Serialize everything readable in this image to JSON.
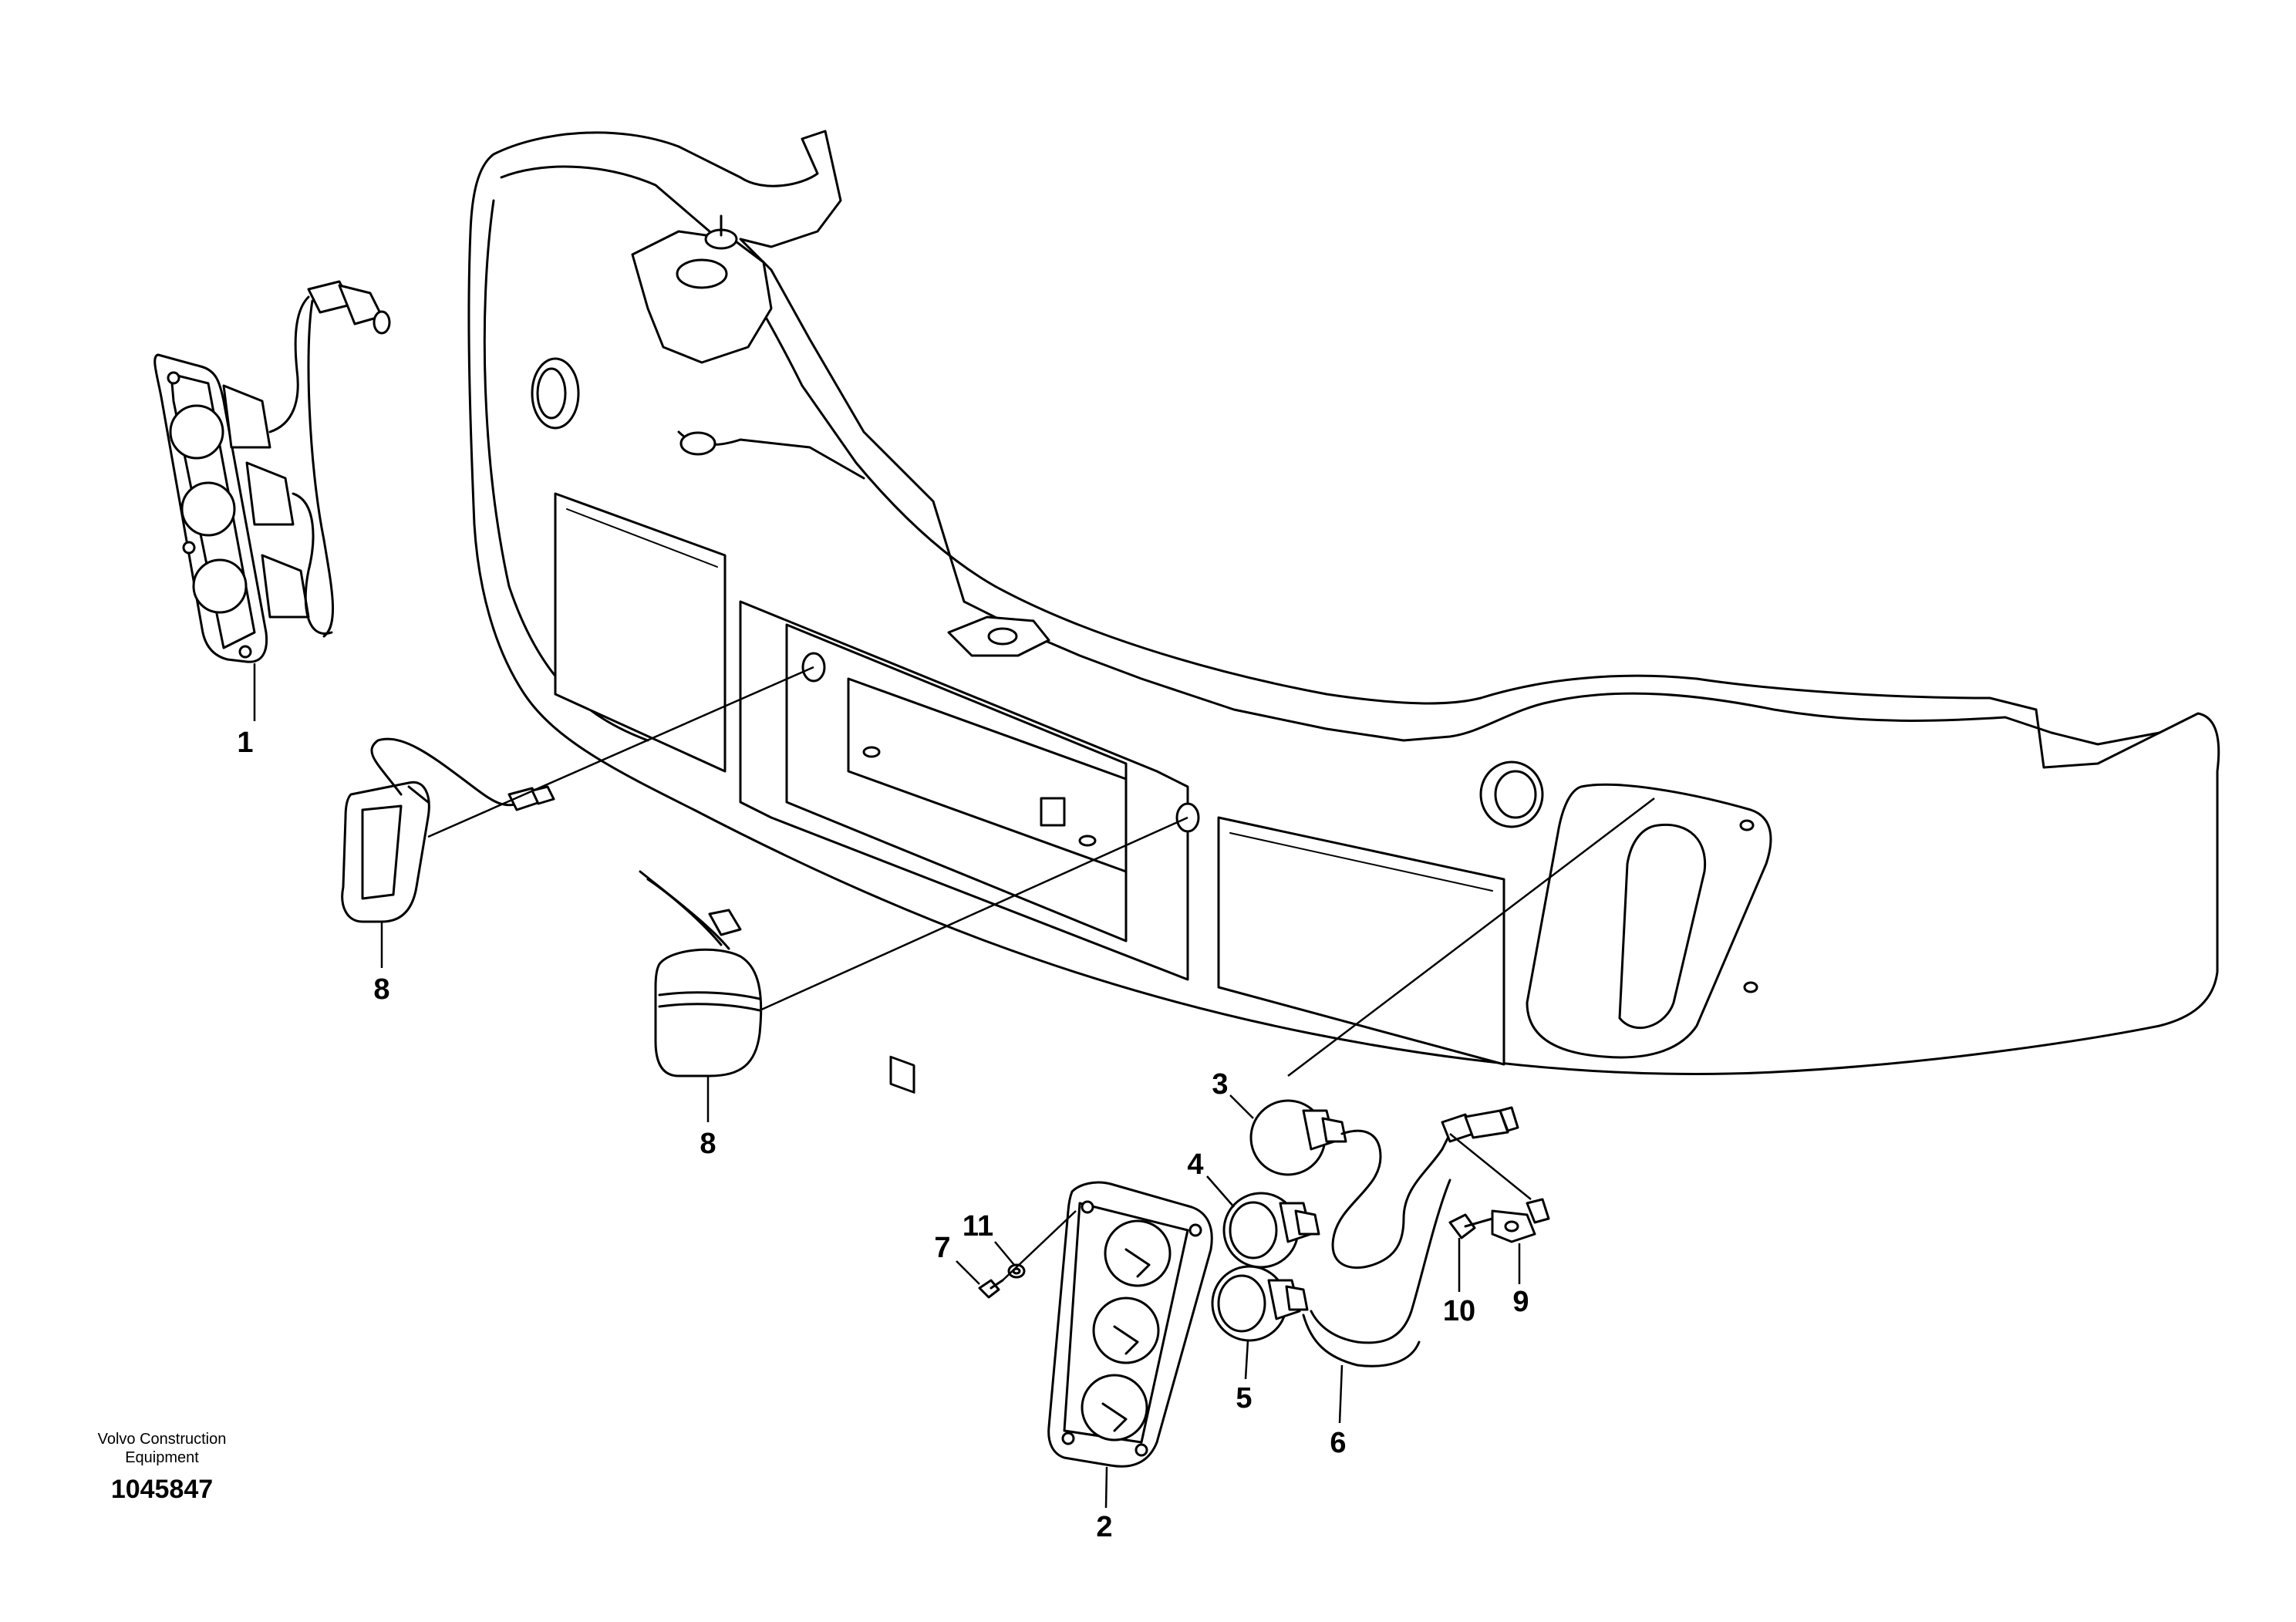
{
  "callouts": {
    "c1": "1",
    "c2": "2",
    "c3": "3",
    "c4": "4",
    "c5": "5",
    "c6": "6",
    "c7": "7",
    "c8a": "8",
    "c8b": "8",
    "c9": "9",
    "c10": "10",
    "c11": "11"
  },
  "footer": {
    "brand_line1": "Volvo Construction",
    "brand_line2": "Equipment",
    "drawing_number": "1045847"
  }
}
